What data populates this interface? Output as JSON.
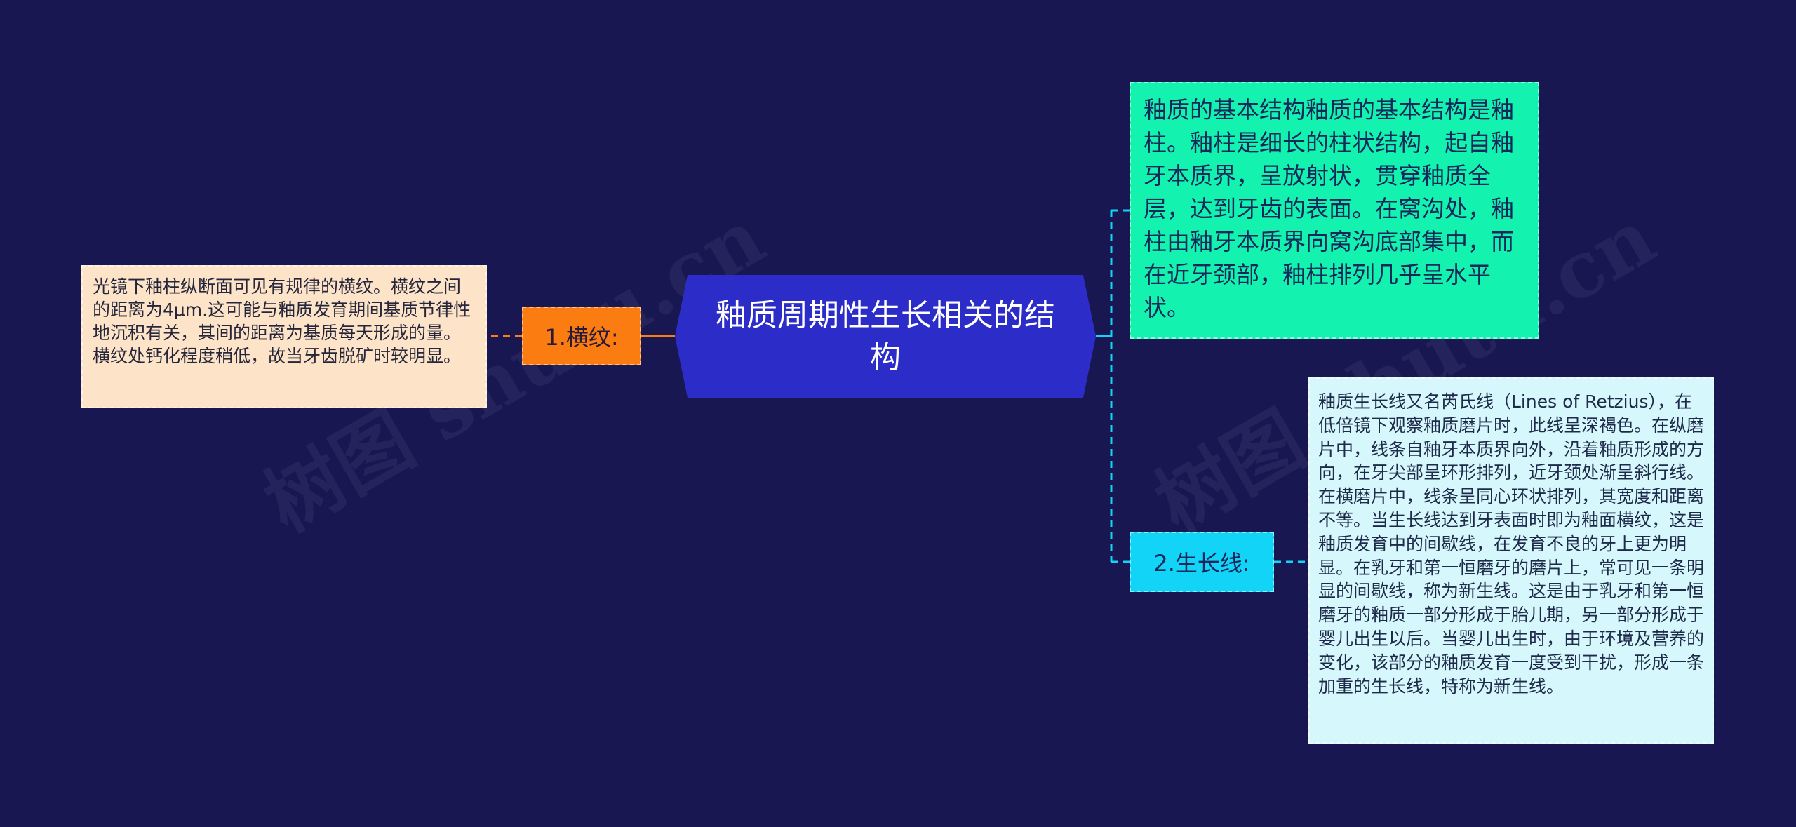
{
  "watermark": "树图 shutu.cn",
  "root": {
    "title": "釉质周期性生长相关的结构"
  },
  "branches": [
    {
      "label": "1.横纹:",
      "detail": "光镜下釉柱纵断面可见有规律的横纹。横纹之间的距离为4μm.这可能与釉质发育期间基质节律性地沉积有关，其间的距离为基质每天形成的量。横纹处钙化程度稍低，故当牙齿脱矿时较明显。"
    },
    {
      "detail": "釉质的基本结构釉质的基本结构是釉柱。釉柱是细长的柱状结构，起自釉牙本质界，呈放射状，贯穿釉质全层，达到牙齿的表面。在窝沟处，釉柱由釉牙本质界向窝沟底部集中，而在近牙颈部，釉柱排列几乎呈水平状。"
    },
    {
      "label": "2.生长线:",
      "detail": "釉质生长线又名芮氏线（Lines of Retzius），在低倍镜下观察釉质磨片时，此线呈深褐色。在纵磨片中，线条自釉牙本质界向外，沿着釉质形成的方向，在牙尖部呈环形排列，近牙颈处渐呈斜行线。在横磨片中，线条呈同心环状排列，其宽度和距离不等。当生长线达到牙表面时即为釉面横纹，这是釉质发育中的间歇线，在发育不良的牙上更为明显。在乳牙和第一恒磨牙的磨片上，常可见一条明显的间歇线，称为新生线。这是由于乳牙和第一恒磨牙的釉质一部分形成于胎儿期，另一部分形成于婴儿出生以后。当婴儿出生时，由于环境及营养的变化，该部分的釉质发育一度受到干扰，形成一条加重的生长线，特称为新生线。"
    }
  ],
  "colors": {
    "background": "#181752",
    "root": "#2c2cc9",
    "orange": "#fb7d12",
    "peach": "#fde4c9",
    "green": "#14f2b0",
    "cyan": "#12d4f6",
    "lightblue": "#d6f7fb"
  }
}
